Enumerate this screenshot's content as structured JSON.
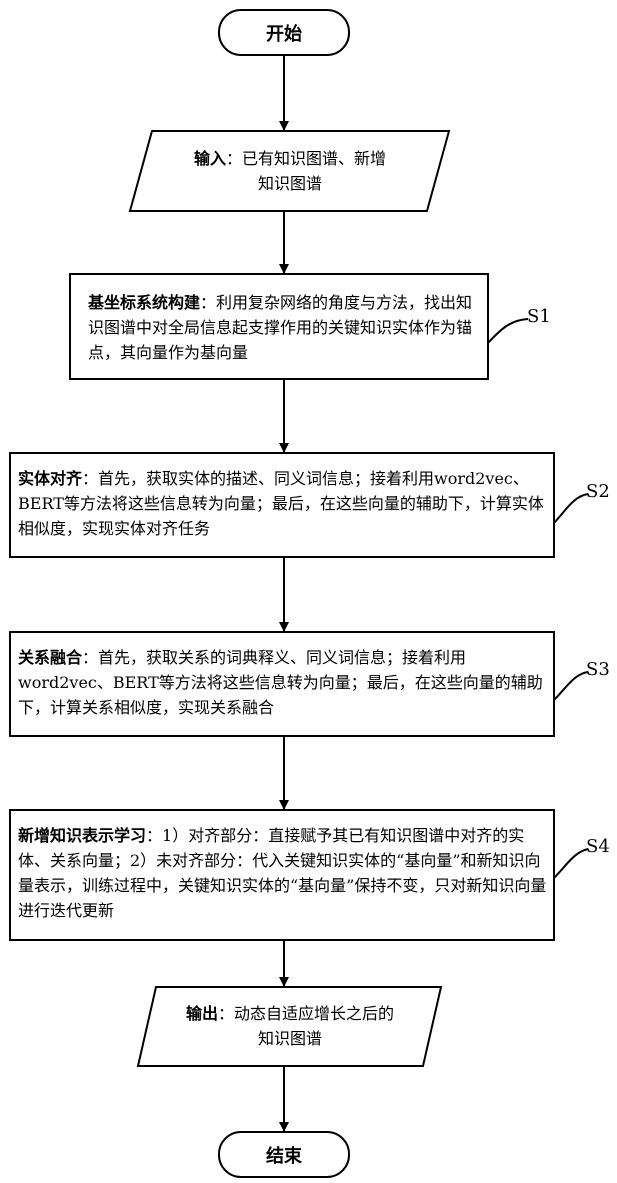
{
  "start": {
    "label": "开始"
  },
  "input": {
    "bold": "输入",
    "text": "：已有知识图谱、新增知识图谱"
  },
  "s1": {
    "step": "S1",
    "bold": "基坐标系统构建",
    "text": "：利用复杂网络的角度与方法，找出知识图谱中对全局信息起支撑作用的关键知识实体作为锚点，其向量作为基向量"
  },
  "s2": {
    "step": "S2",
    "bold": "实体对齐",
    "text": "：首先，获取实体的描述、同义词信息；接着利用word2vec、BERT等方法将这些信息转为向量；最后，在这些向量的辅助下，计算实体相似度，实现实体对齐任务"
  },
  "s3": {
    "step": "S3",
    "bold": "关系融合",
    "text": "：首先，获取关系的词典释义、同义词信息；接着利用word2vec、BERT等方法将这些信息转为向量；最后，在这些向量的辅助下，计算关系相似度，实现关系融合"
  },
  "s4": {
    "step": "S4",
    "bold": "新增知识表示学习",
    "text": "：1）对齐部分：直接赋予其已有知识图谱中对齐的实体、关系向量；2）未对齐部分：代入关键知识实体的“基向量”和新知识向量表示，训练过程中，关键知识实体的“基向量”保持不变，只对新知识向量进行迭代更新"
  },
  "output": {
    "bold": "输出",
    "text": "：动态自适应增长之后的知识图谱"
  },
  "end": {
    "label": "结束"
  }
}
